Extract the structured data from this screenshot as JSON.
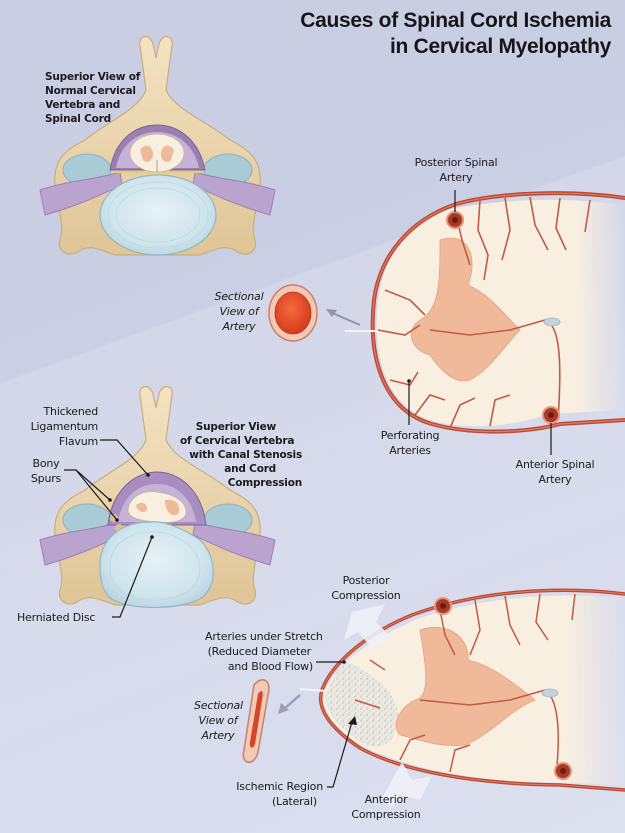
{
  "title": {
    "line1": "Causes of Spinal Cord Ischemia",
    "line2": "in Cervical Myelopathy"
  },
  "panels": {
    "normal_vertebra": {
      "caption": [
        "Superior View of",
        "Normal Cervical",
        "Vertebra and",
        "Spinal Cord"
      ]
    },
    "stenosis_vertebra": {
      "caption": [
        "Superior View",
        "of Cervical Vertebra",
        "with Canal Stenosis",
        "and Cord",
        "Compression"
      ],
      "labels": {
        "ligamentum": [
          "Thickened",
          "Ligamentum",
          "Flavum"
        ],
        "spurs": [
          "Bony",
          "Spurs"
        ],
        "disc": "Herniated Disc"
      }
    },
    "normal_cord": {
      "labels": {
        "posterior_artery": [
          "Posterior Spinal",
          "Artery"
        ],
        "anterior_artery": [
          "Anterior Spinal",
          "Artery"
        ],
        "perforating": [
          "Perforating",
          "Arteries"
        ],
        "sectional_view": [
          "Sectional",
          "View of",
          "Artery"
        ]
      }
    },
    "compressed_cord": {
      "labels": {
        "posterior_compression": [
          "Posterior",
          "Compression"
        ],
        "anterior_compression": [
          "Anterior",
          "Compression"
        ],
        "stretch": [
          "Arteries under Stretch",
          "(Reduced Diameter",
          "and Blood Flow)"
        ],
        "ischemic": [
          "Ischemic Region",
          "(Lateral)"
        ],
        "sectional_view": [
          "Sectional",
          "View of",
          "Artery"
        ]
      }
    }
  },
  "colors": {
    "background": "#cbcfe4",
    "bone": "#ecd9b4",
    "bone_shadow": "#c9ae7e",
    "disc": "#cfe6ee",
    "nerve": "#b9a2cc",
    "artery": "#b94a36",
    "artery_lumen": "#e8492a",
    "cord_white": "#f8efe0",
    "cord_grey": "#f0b99a",
    "text": "#1b1b1d"
  }
}
